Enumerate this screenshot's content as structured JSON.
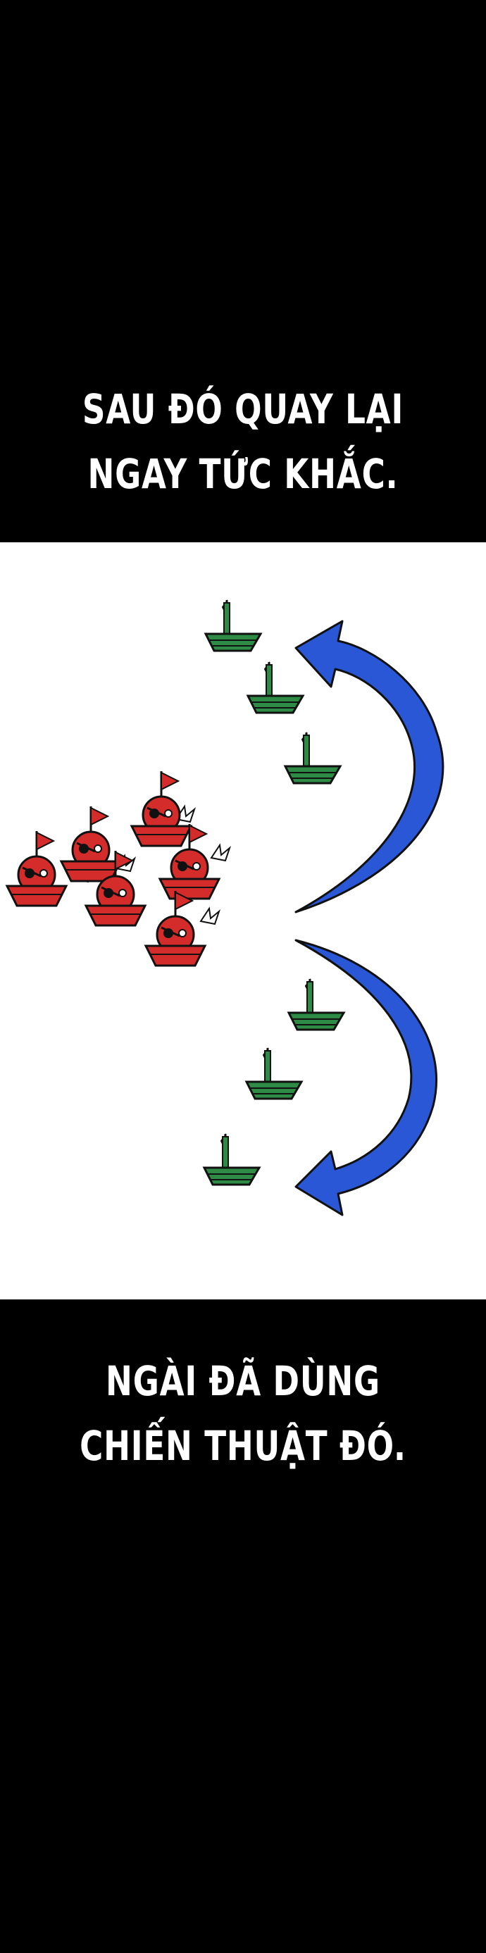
{
  "captions": {
    "top_line1": "SAU ĐÓ QUAY LẠI",
    "top_line2": "NGAY TỨC KHẮC.",
    "bottom_line1": "NGÀI ĐÃ DÙNG",
    "bottom_line2": "CHIẾN THUẬT ĐÓ."
  },
  "colors": {
    "background": "#000000",
    "panel": "#ffffff",
    "ally_ship": "#2e8b45",
    "enemy_ship": "#d42b2b",
    "arrow": "#2957d6"
  },
  "icons": {
    "ally": "green-sailboat-icon",
    "enemy": "red-skull-ship-icon",
    "arrow": "curved-arrow-icon"
  }
}
